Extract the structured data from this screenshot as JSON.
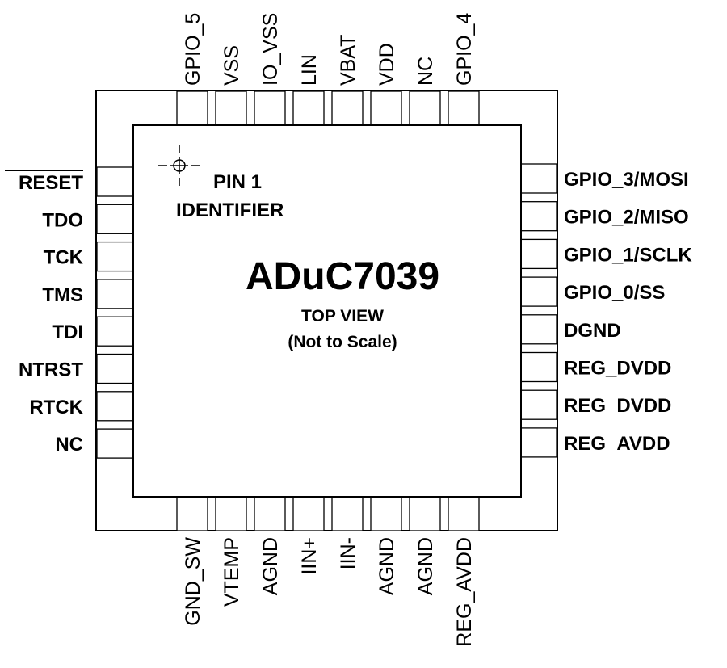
{
  "package": {
    "part_number": "ADuC7039",
    "view_label": "TOP VIEW",
    "scale_note": "(Not to Scale)",
    "pin1_identifier_line1": "PIN 1",
    "pin1_identifier_line2": "IDENTIFIER"
  },
  "pins": {
    "top": [
      "GPIO_5",
      "VSS",
      "IO_VSS",
      "LIN",
      "VBAT",
      "VDD",
      "NC",
      "GPIO_4"
    ],
    "left": [
      "RESET",
      "TDO",
      "TCK",
      "TMS",
      "TDI",
      "NTRST",
      "RTCK",
      "NC"
    ],
    "right": [
      "GPIO_3/MOSI",
      "GPIO_2/MISO",
      "GPIO_1/SCLK",
      "GPIO_0/SS",
      "DGND",
      "REG_DVDD",
      "REG_DVDD",
      "REG_AVDD"
    ],
    "bottom": [
      "GND_SW",
      "VTEMP",
      "AGND",
      "IIN+",
      "IIN-",
      "AGND",
      "AGND",
      "REG_AVDD"
    ]
  },
  "overbar_pins": [
    "RESET"
  ],
  "colors": {
    "line": "#000000",
    "background": "#ffffff"
  }
}
